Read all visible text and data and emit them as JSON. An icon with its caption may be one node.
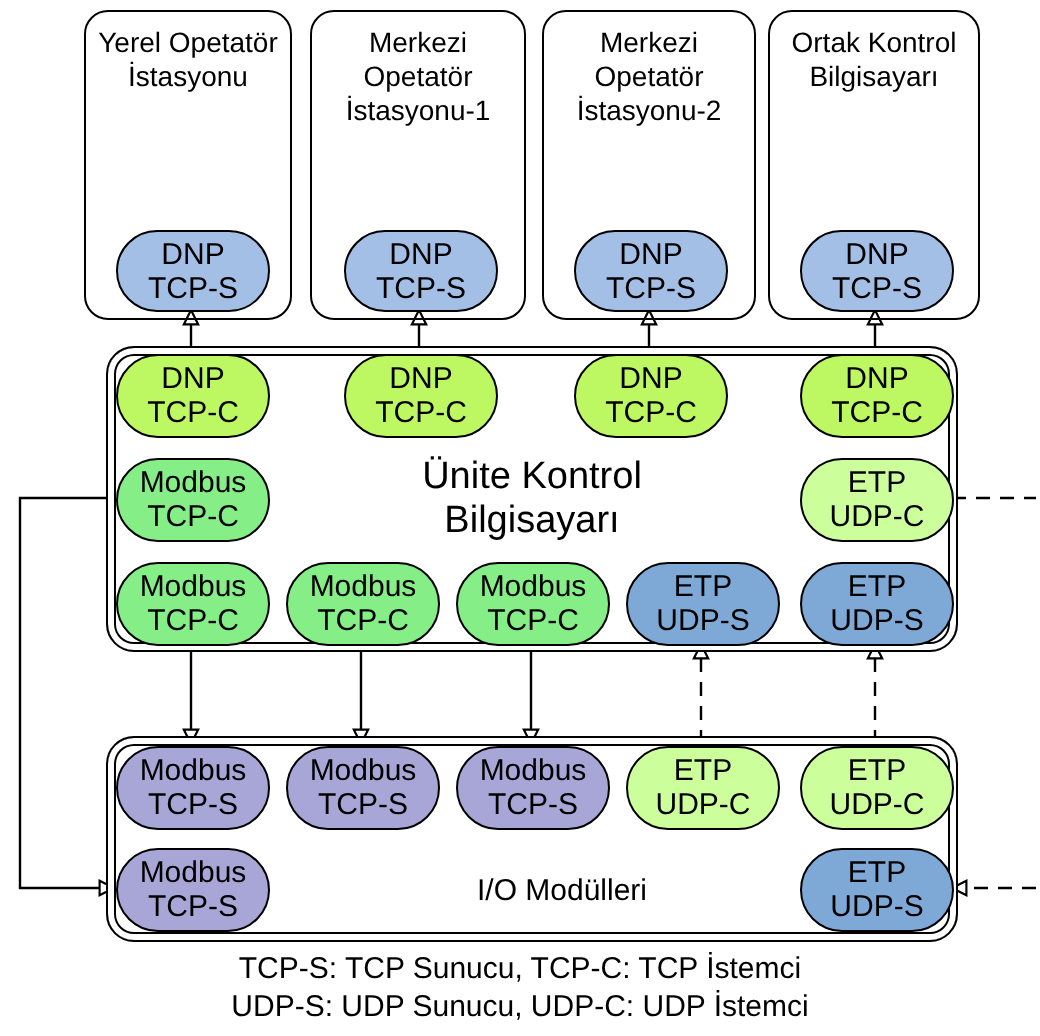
{
  "diagram": {
    "nodes": [
      {
        "text": [
          "Yerel Opetatör İstasyonu"
        ]
      },
      {
        "text": [
          "DNP TCP-S"
        ],
        "in": 0
      },
      {
        "text": [
          "Merkezi Opetatör İstasyonu-1"
        ]
      },
      {
        "text": [
          "DNP TCP-S"
        ],
        "in": 2
      },
      {
        "text": [
          "Merkezi Opetatör İstasyonu-2"
        ]
      },
      {
        "text": [
          "DNP TCP-S"
        ],
        "in": 4
      },
      {
        "text": [
          "Ortak Kontrol Bilgisayarı"
        ]
      },
      {
        "text": [
          "DNP TCP-S"
        ],
        "in": 6
      },
      {
        "text": [
          "Ünite Kontrol Bilgisayarı"
        ]
      },
      {
        "text": [
          "DNP TCP-C"
        ],
        "in": 8
      },
      {
        "text": [
          "DNP TCP-C"
        ],
        "in": 8
      },
      {
        "text": [
          "DNP TCP-C"
        ],
        "in": 8
      },
      {
        "text": [
          "DNP TCP-C"
        ],
        "in": 8
      },
      {
        "text": [
          "Modbus TCP-C"
        ],
        "in": 8
      },
      {
        "text": [
          "ETP UDP-C"
        ],
        "in": 8
      },
      {
        "text": [
          "Modbus TCP-C"
        ],
        "in": 8
      },
      {
        "text": [
          "Modbus TCP-C"
        ],
        "in": 8
      },
      {
        "text": [
          "Modbus TCP-C"
        ],
        "in": 8
      },
      {
        "text": [
          "ETP UDP-S"
        ],
        "in": 8
      },
      {
        "text": [
          "ETP UDP-S"
        ],
        "in": 8
      },
      {
        "text": [
          "I/O Modülleri"
        ]
      },
      {
        "text": [
          "Modbus TCP-S"
        ],
        "in": 20
      },
      {
        "text": [
          "Modbus TCP-S"
        ],
        "in": 20
      },
      {
        "text": [
          "Modbus TCP-S"
        ],
        "in": 20
      },
      {
        "text": [
          "ETP UDP-C"
        ],
        "in": 20
      },
      {
        "text": [
          "ETP UDP-C"
        ],
        "in": 20
      },
      {
        "text": [
          "Modbus TCP-S"
        ],
        "in": 20
      },
      {
        "text": [
          "ETP UDP-S"
        ],
        "in": 20
      }
    ],
    "edges": [
      {
        "from": 9,
        "to": 1,
        "arrow": "to"
      },
      {
        "from": 10,
        "to": 3,
        "arrow": "to"
      },
      {
        "from": 11,
        "to": 5,
        "arrow": "to"
      },
      {
        "from": 12,
        "to": 7,
        "arrow": "to"
      },
      {
        "from": 13,
        "to": 26,
        "arrow": "to"
      },
      {
        "from": 15,
        "to": 21,
        "arrow": "to"
      },
      {
        "from": 16,
        "to": 22,
        "arrow": "to"
      },
      {
        "from": 17,
        "to": 23,
        "arrow": "to"
      },
      {
        "from": 24,
        "to": 18,
        "arrow": "to",
        "style": "dashed"
      },
      {
        "from": 25,
        "to": 19,
        "arrow": "to",
        "style": "dashed"
      },
      {
        "from": 14,
        "to": null,
        "arrow": "none",
        "style": "dashed"
      },
      {
        "from": null,
        "to": 27,
        "arrow": "to",
        "style": "dashed"
      }
    ],
    "labels": [
      "TCP-S: TCP Sunucu, TCP-C: TCP İstemci",
      "UDP-S: UDP Sunucu, UDP-C: UDP İstemci"
    ]
  }
}
